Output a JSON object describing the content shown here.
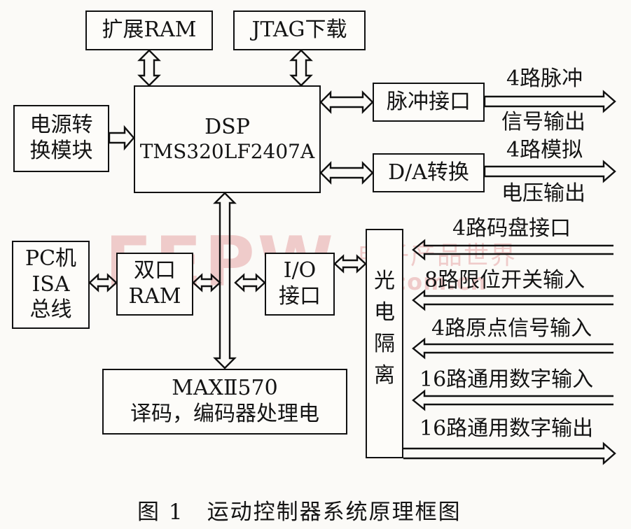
{
  "blocks": {
    "ext_ram": "扩展RAM",
    "jtag": "JTAG下载",
    "dsp": [
      "DSP",
      "TMS320LF2407A"
    ],
    "power": [
      "电源转",
      "换模块"
    ],
    "pulse_if": "脉冲接口",
    "da": "D/A转换",
    "pc": [
      "PC机",
      "ISA",
      "总线"
    ],
    "dual_ram": [
      "双口",
      "RAM"
    ],
    "io": [
      "I/O",
      "接口"
    ],
    "opto": [
      "光",
      "电",
      "隔",
      "离"
    ],
    "maxii": [
      "MAXⅡ570",
      "译码，编码器处理电"
    ]
  },
  "signals": {
    "pulse_out": [
      "4路脉冲",
      "信号输出"
    ],
    "analog_out": [
      "4路模拟",
      "电压输出"
    ],
    "encoder_in": "4路码盘接口",
    "limit_in": "8路限位开关输入",
    "origin_in": "4路原点信号输入",
    "digital_in": "16路通用数字输入",
    "digital_out": "16路通用数字输出"
  },
  "watermark": {
    "logo": "EEPW",
    "site_cn": "电子产品世界",
    "domain": ".com.cn"
  },
  "caption": "图 1　运动控制器系统原理框图"
}
